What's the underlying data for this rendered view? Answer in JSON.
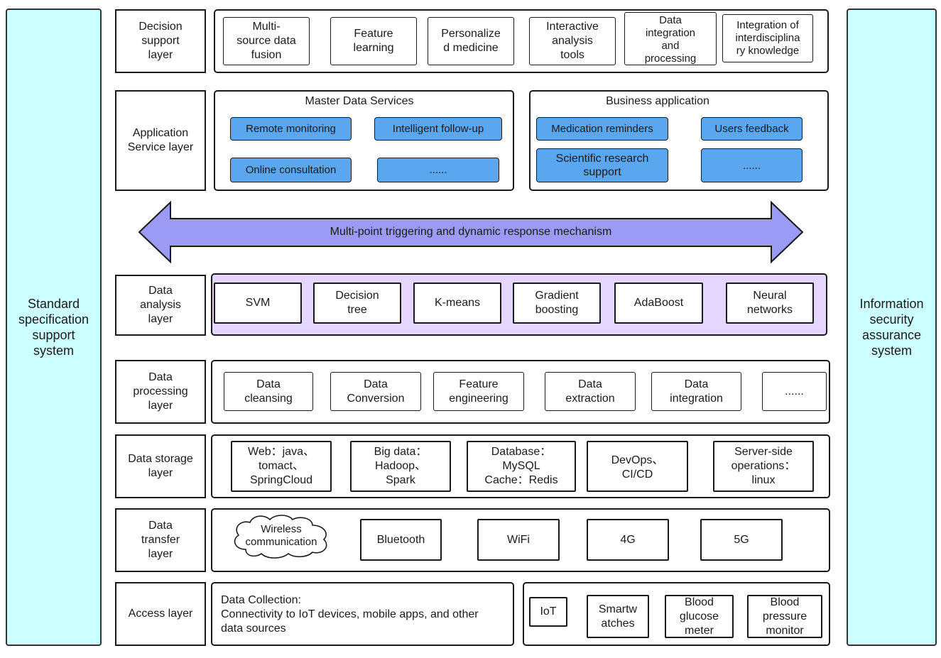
{
  "pillars": {
    "left": "Standard\nspecification\nsupport\nsystem",
    "right": "Information\nsecurity\nassurance\nsystem"
  },
  "layers": {
    "decision": {
      "label": "Decision\nsupport\nlayer",
      "items": [
        "Multi-\nsource data\nfusion",
        "Feature\nlearning",
        "Personalize\nd medicine",
        "Interactive\nanalysis\ntools",
        "Data\nintegration\nand\nprocessing",
        "Integration of\ninterdisciplina\nry knowledge"
      ]
    },
    "application": {
      "label": "Application\nService layer",
      "master_title": "Master Data Services",
      "master_items": [
        "Remote monitoring",
        "Intelligent follow-up",
        "Online consultation",
        "......"
      ],
      "business_title": "Business application",
      "business_items": [
        "Medication reminders",
        "Users feedback",
        "Scientific research\nsupport",
        "......"
      ]
    },
    "mechanism": "Multi-point triggering and dynamic response mechanism",
    "analysis": {
      "label": "Data\nanalysis\nlayer",
      "items": [
        "SVM",
        "Decision\ntree",
        "K-means",
        "Gradient\nboosting",
        "AdaBoost",
        "Neural\nnetworks"
      ]
    },
    "processing": {
      "label": "Data\nprocessing\nlayer",
      "items": [
        "Data\ncleansing",
        "Data\nConversion",
        "Feature\nengineering",
        "Data\nextraction",
        "Data\nintegration",
        "......"
      ]
    },
    "storage": {
      "label": "Data storage\nlayer",
      "items": [
        "Web：java、\ntomact、\nSpringCloud",
        "Big data：\nHadoop、\nSpark",
        "Database：\nMySQL\nCache：Redis",
        "DevOps、\nCI/CD",
        "Server-side\noperations：\nlinux"
      ]
    },
    "transfer": {
      "label": "Data\ntransfer\nlayer",
      "cloud": "Wireless\ncommunication",
      "items": [
        "Bluetooth",
        "WiFi",
        "4G",
        "5G"
      ]
    },
    "access": {
      "label": "Access layer",
      "collection": "Data Collection:\nConnectivity to IoT devices, mobile apps, and other\ndata sources",
      "devices": [
        "IoT",
        "Smartw\natches",
        "Blood\nglucose\nmeter",
        "Blood\npressure\nmonitor"
      ]
    }
  },
  "colors": {
    "pillar": "#ccffff",
    "pill": "#5aa7f0",
    "analysis_panel": "#e5d6ff",
    "arrow": "#9b9bf5"
  }
}
